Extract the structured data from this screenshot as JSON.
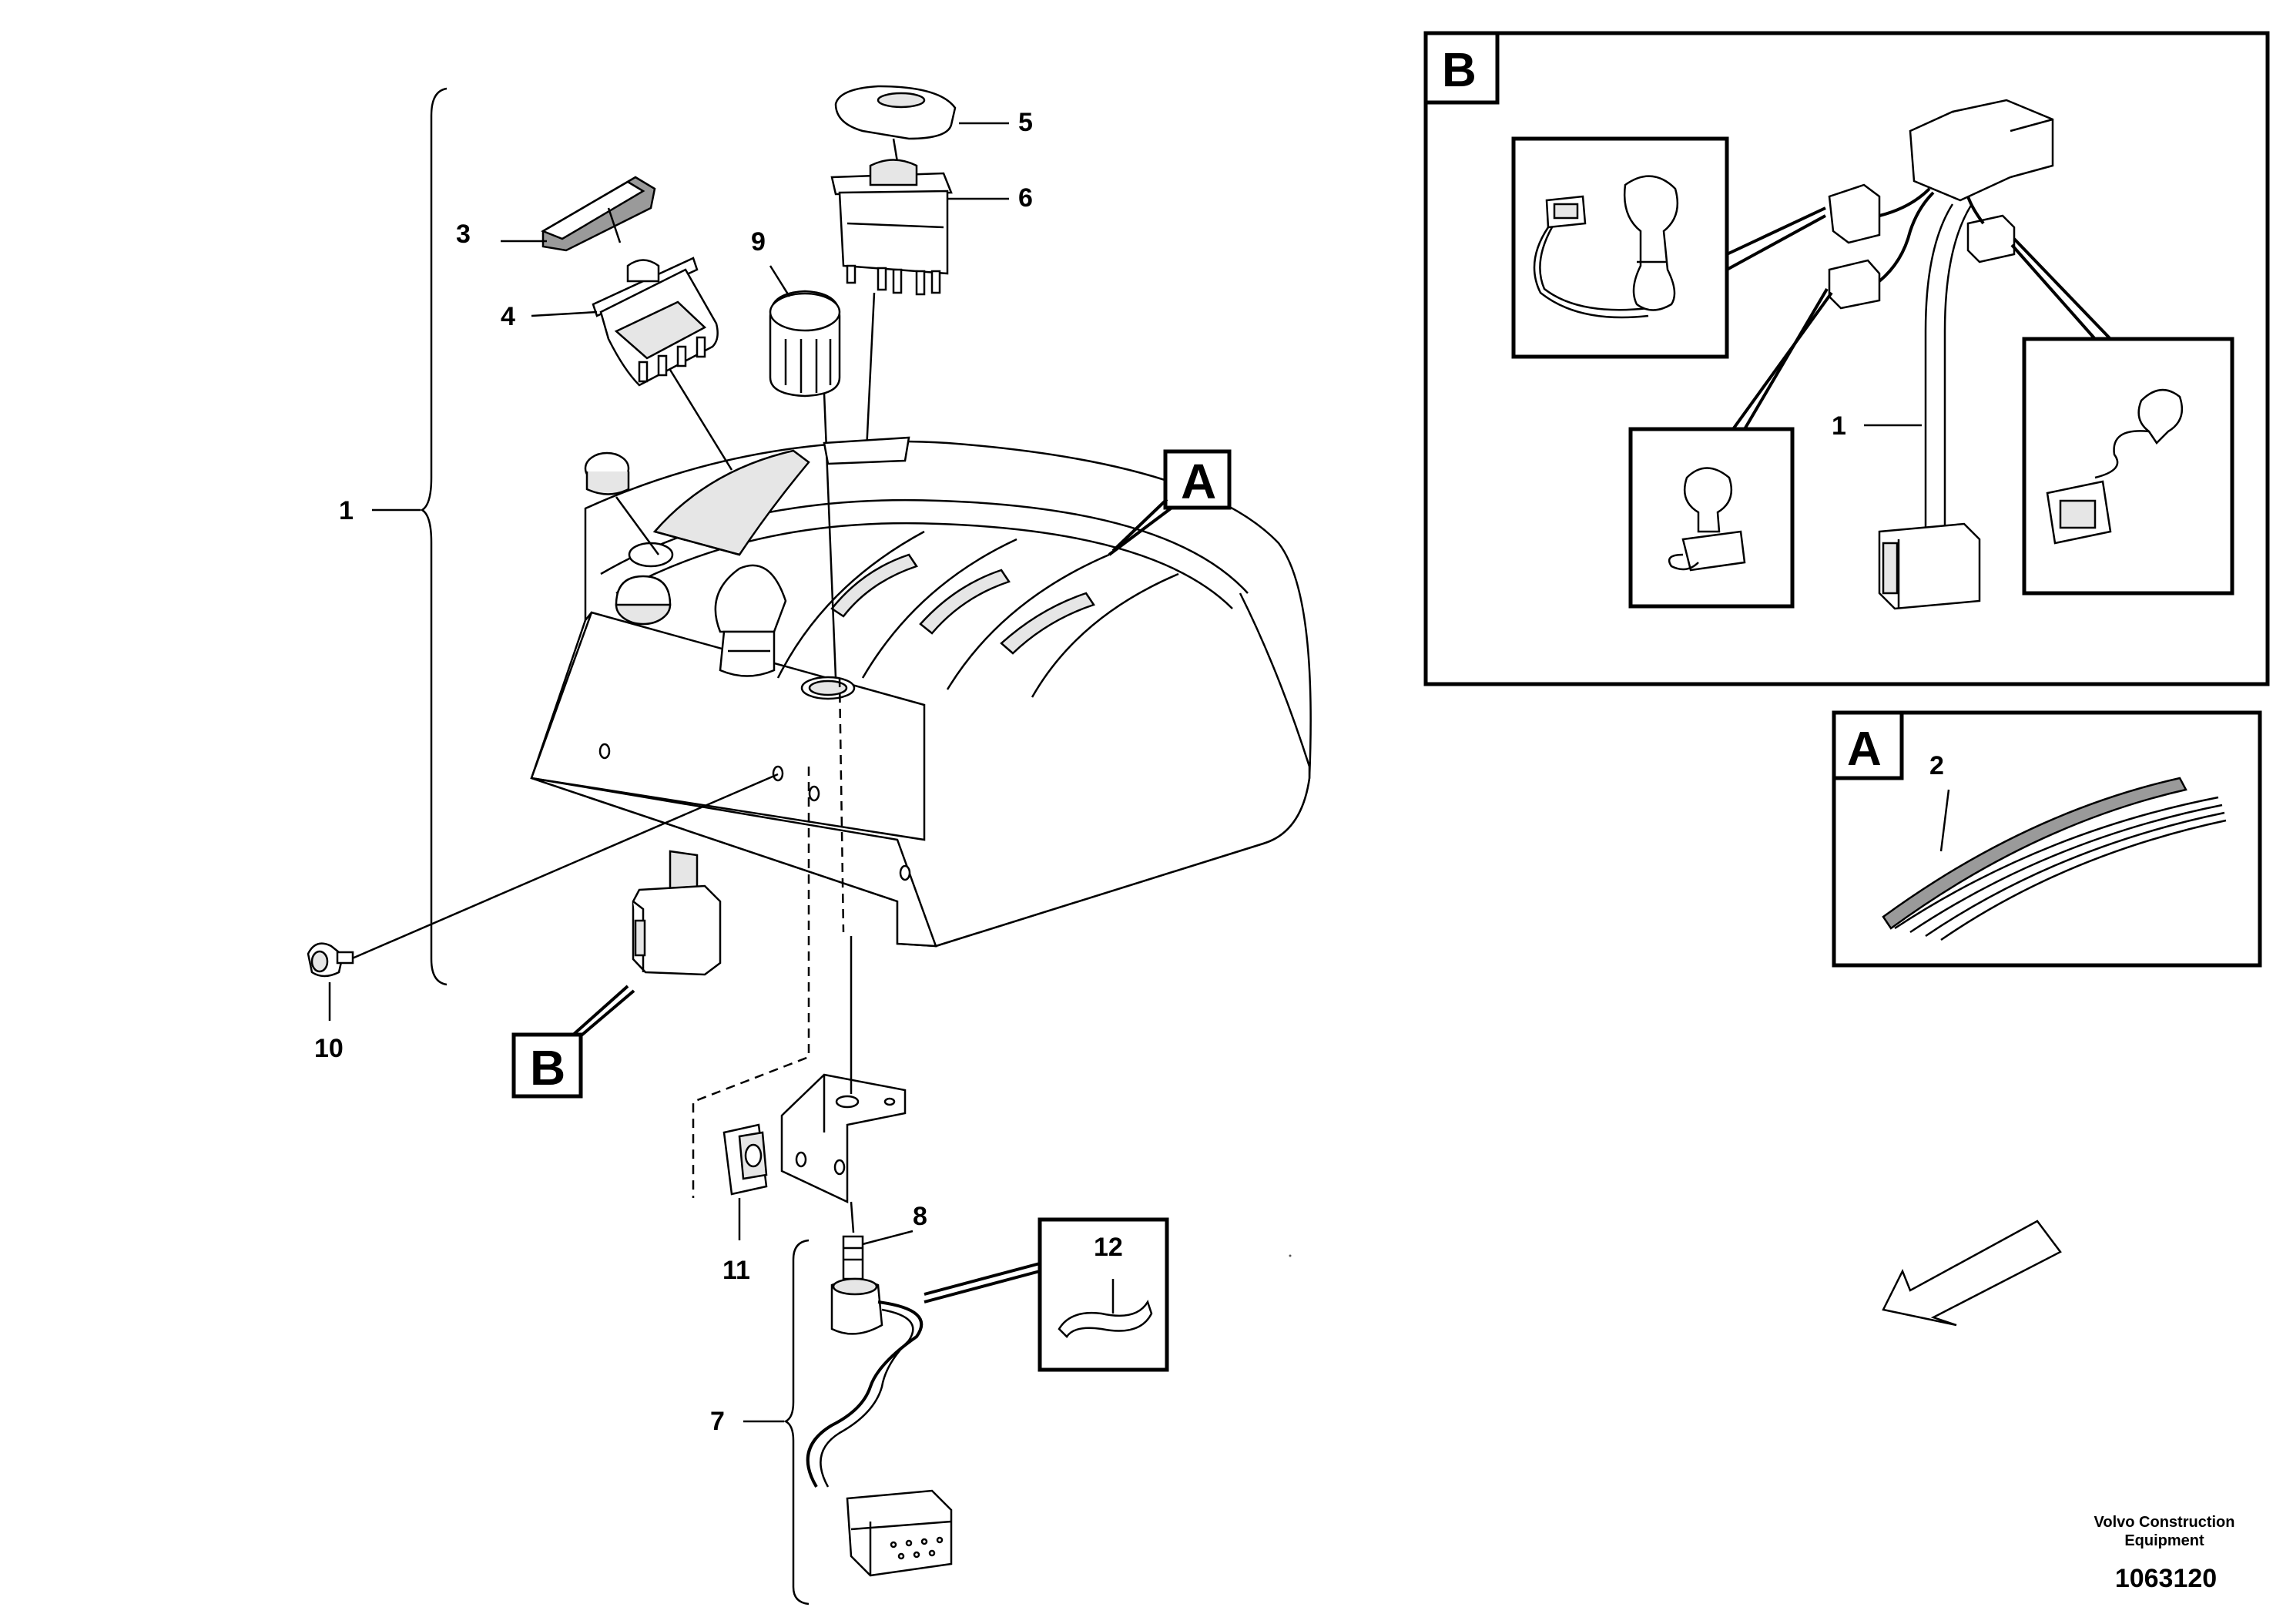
{
  "diagram": {
    "part_numbers": {
      "p1": "1",
      "p2": "2",
      "p3": "3",
      "p4": "4",
      "p5": "5",
      "p6": "6",
      "p7": "7",
      "p8": "8",
      "p9": "9",
      "p10": "10",
      "p11": "11",
      "p12": "12"
    },
    "detail_b": {
      "letter": "B",
      "part_number": "1"
    },
    "detail_a": {
      "letter": "A"
    },
    "callout_a_letter": "A",
    "callout_b_letter": "B",
    "footer": {
      "company_line1": "Volvo Construction",
      "company_line2": "Equipment",
      "drawing_number": "1063120"
    }
  }
}
